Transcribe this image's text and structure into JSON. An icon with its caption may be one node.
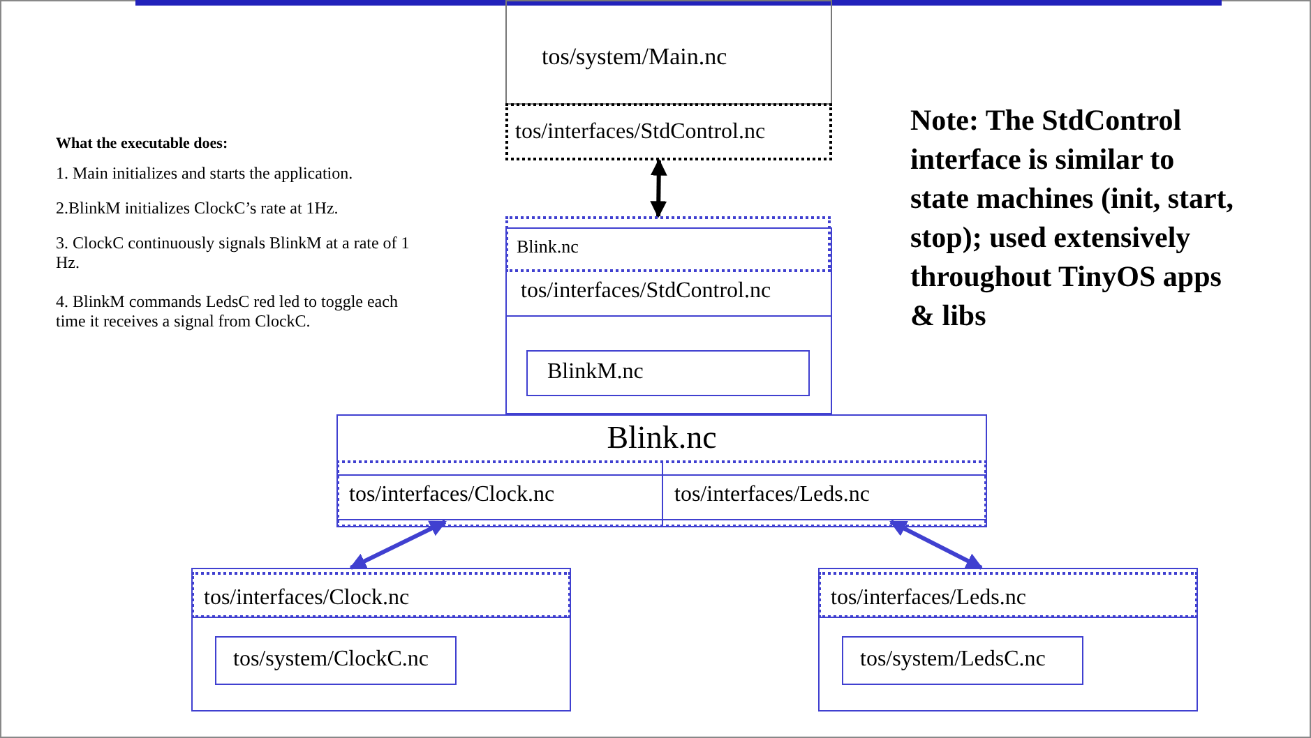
{
  "diagram": {
    "nodes": [
      {
        "text": [
          "tos/system/Main.nc"
        ]
      },
      {
        "text": [
          "tos/interfaces/StdControl.nc"
        ]
      },
      {
        "text": [
          "tos/interfaces/StdControl.nc"
        ]
      },
      {
        "text": [
          "Blink.nc"
        ]
      },
      {
        "text": [
          "BlinkM.nc"
        ],
        "in": 2
      },
      {
        "text": [
          "Blink.nc"
        ]
      },
      {
        "text": [
          "tos/interfaces/Clock.nc"
        ],
        "in": 5
      },
      {
        "text": [
          "tos/interfaces/Leds.nc"
        ],
        "in": 5
      },
      {
        "text": [
          "tos/interfaces/Clock.nc"
        ]
      },
      {
        "text": [
          "tos/system/ClockC.nc"
        ],
        "in": 8
      },
      {
        "text": [
          "tos/interfaces/Leds.nc"
        ]
      },
      {
        "text": [
          "tos/system/LedsC.nc"
        ],
        "in": 10
      }
    ],
    "edges": [
      {
        "from": 1,
        "to": 3,
        "arrow": "both",
        "color": "#000000"
      },
      {
        "from": 6,
        "to": 8,
        "arrow": "both"
      },
      {
        "from": 7,
        "to": 10,
        "arrow": "both"
      }
    ],
    "labels": [
      "What the executable does:",
      "1. Main initializes and starts the application.",
      "2.BlinkM initializes ClockC’s rate at 1Hz.",
      "3. ClockC continuously signals BlinkM at a rate of 1 Hz.",
      "4. BlinkM commands LedsC red led to toggle each time it receives a signal from ClockC.",
      "Note: The StdControl interface is similar to state machines (init, start, stop); used extensively throughout TinyOS apps & libs"
    ]
  }
}
